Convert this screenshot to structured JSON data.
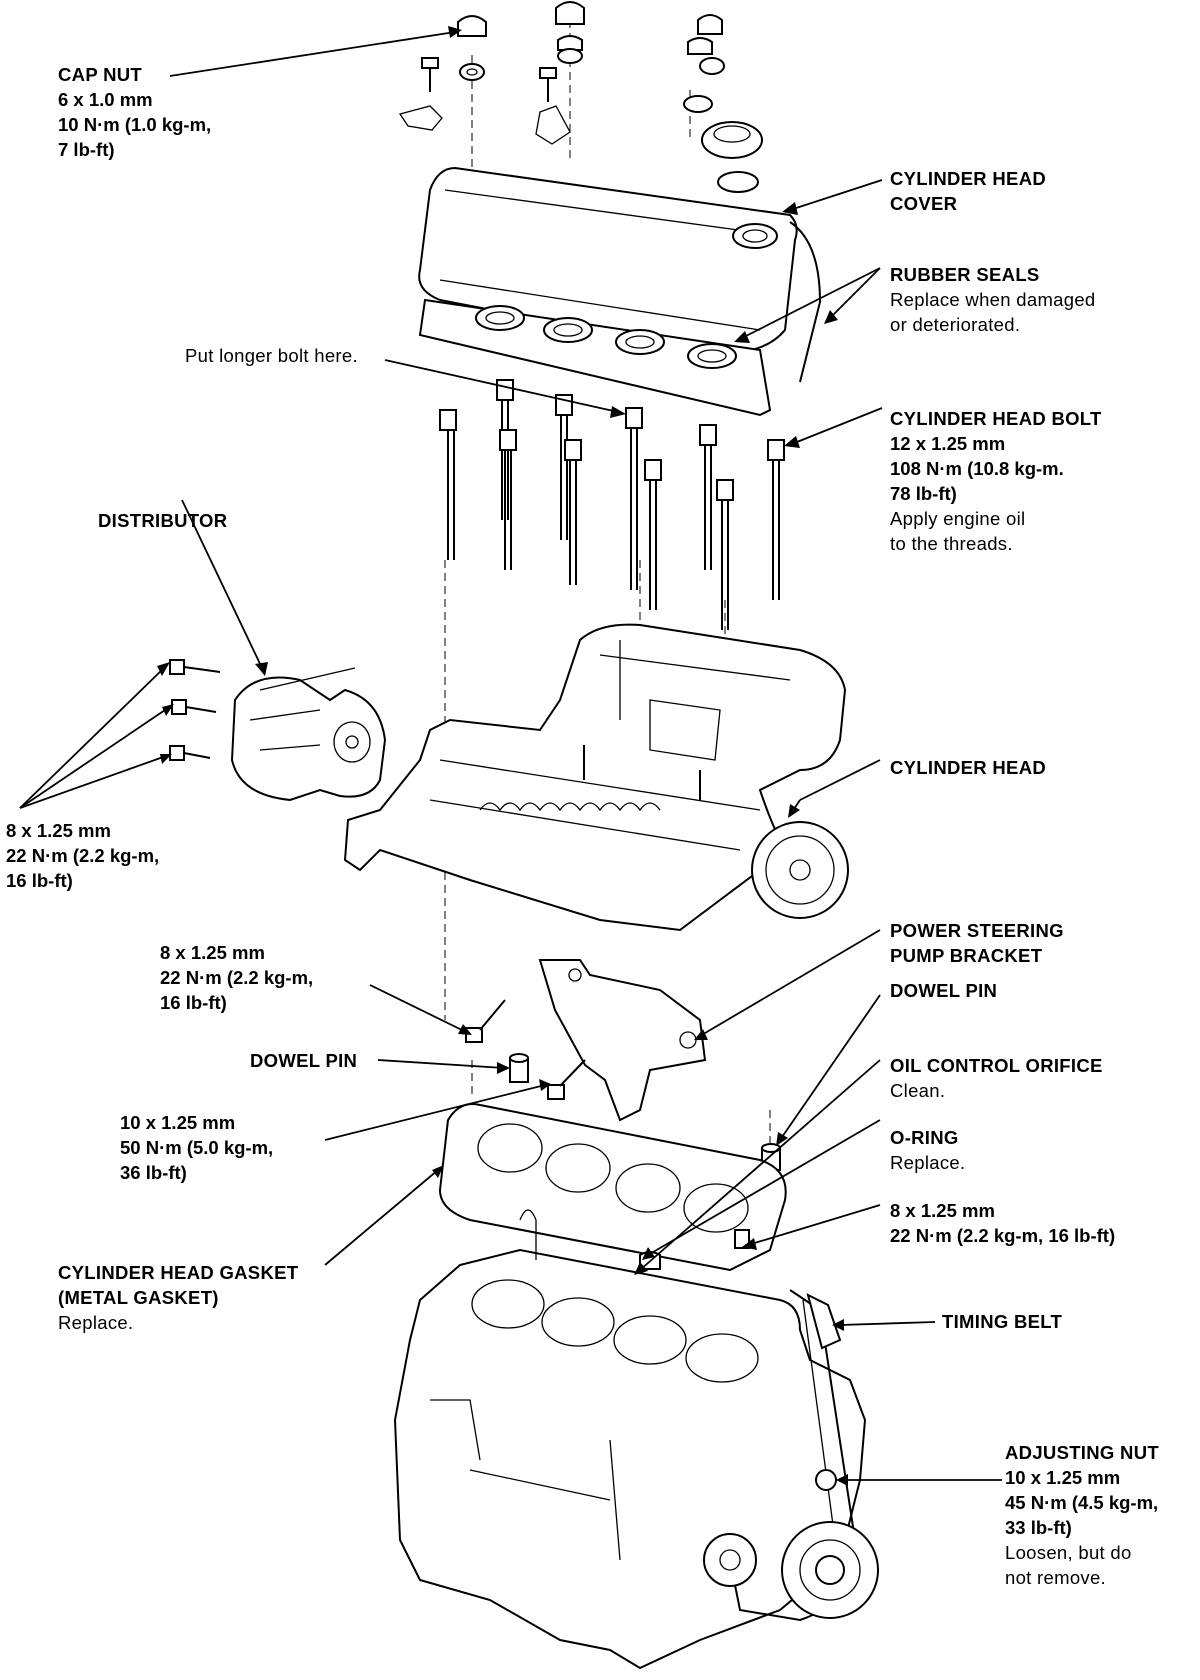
{
  "callouts": {
    "cap_nut": {
      "title": "CAP NUT",
      "lines": [
        "6 x 1.0 mm",
        "10 N·m (1.0 kg-m,",
        "7 lb-ft)"
      ]
    },
    "cylinder_head_cover": {
      "title": "CYLINDER HEAD",
      "title2": "COVER"
    },
    "rubber_seals": {
      "title": "RUBBER SEALS",
      "note1": "Replace when damaged",
      "note2": "or deteriorated."
    },
    "longer_bolt": {
      "note": "Put longer bolt here."
    },
    "cylinder_head_bolt": {
      "title": "CYLINDER HEAD BOLT",
      "lines": [
        "12 x 1.25 mm",
        "108 N·m (10.8 kg-m.",
        "78 lb-ft)"
      ],
      "note1": "Apply engine oil",
      "note2": "to the threads."
    },
    "distributor": {
      "title": "DISTRIBUTOR"
    },
    "cylinder_head": {
      "title": "CYLINDER HEAD"
    },
    "distributor_bolts": {
      "lines": [
        "8 x 1.25 mm",
        "22 N·m (2.2 kg-m,",
        "16 lb-ft)"
      ]
    },
    "bracket_bolt": {
      "lines": [
        "8 x 1.25 mm",
        "22 N·m (2.2 kg-m,",
        "16 lb-ft)"
      ]
    },
    "power_steering": {
      "title": "POWER STEERING",
      "title2": "PUMP BRACKET"
    },
    "dowel_pin_right": {
      "title": "DOWEL PIN"
    },
    "dowel_pin_left": {
      "title": "DOWEL PIN"
    },
    "oil_control_orifice": {
      "title": "OIL CONTROL ORIFICE",
      "note": "Clean."
    },
    "main_bolt": {
      "lines": [
        "10 x 1.25 mm",
        "50 N·m (5.0 kg-m,",
        "36 lb-ft)"
      ]
    },
    "o_ring": {
      "title": "O-RING",
      "note": "Replace."
    },
    "small_bolt": {
      "line1": "8 x 1.25 mm",
      "line2": "22 N·m (2.2 kg-m, 16 lb-ft)"
    },
    "head_gasket": {
      "title": "CYLINDER HEAD GASKET",
      "title2": "(METAL GASKET)",
      "note": "Replace."
    },
    "timing_belt": {
      "title": "TIMING BELT"
    },
    "adjusting_nut": {
      "title": "ADJUSTING NUT",
      "lines": [
        "10 x 1.25 mm",
        "45 N·m (4.5 kg-m,",
        "33 lb-ft)"
      ],
      "note1": "Loosen, but do",
      "note2": "not remove."
    }
  }
}
